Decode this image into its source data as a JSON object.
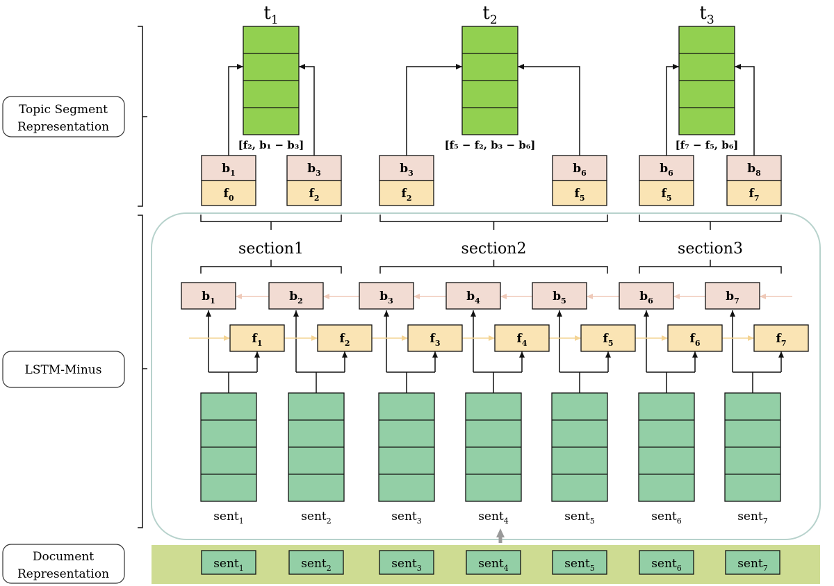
{
  "labels": {
    "topic_segment_line1": "Topic Segment",
    "topic_segment_line2": "Representation",
    "lstm_minus": "LSTM-Minus",
    "document_line1": "Document",
    "document_line2": "Representation"
  },
  "topics": [
    {
      "base": "t",
      "sub": "1"
    },
    {
      "base": "t",
      "sub": "2"
    },
    {
      "base": "t",
      "sub": "3"
    }
  ],
  "formulas": [
    {
      "text": "[f₂, b₁ − b₃]"
    },
    {
      "text": "[f₅ − f₂, b₃ − b₆]"
    },
    {
      "text": "[f₇ − f₅, b₆]"
    }
  ],
  "top_pairs": [
    {
      "b": "b",
      "b_sub": "1",
      "f": "f",
      "f_sub": "0"
    },
    {
      "b": "b",
      "b_sub": "3",
      "f": "f",
      "f_sub": "2"
    },
    {
      "b": "b",
      "b_sub": "3",
      "f": "f",
      "f_sub": "2"
    },
    {
      "b": "b",
      "b_sub": "6",
      "f": "f",
      "f_sub": "5"
    },
    {
      "b": "b",
      "b_sub": "6",
      "f": "f",
      "f_sub": "5"
    },
    {
      "b": "b",
      "b_sub": "8",
      "f": "f",
      "f_sub": "7"
    }
  ],
  "sections": [
    "section1",
    "section2",
    "section3"
  ],
  "backward": [
    {
      "base": "b",
      "sub": "1"
    },
    {
      "base": "b",
      "sub": "2"
    },
    {
      "base": "b",
      "sub": "3"
    },
    {
      "base": "b",
      "sub": "4"
    },
    {
      "base": "b",
      "sub": "5"
    },
    {
      "base": "b",
      "sub": "6"
    },
    {
      "base": "b",
      "sub": "7"
    }
  ],
  "forward": [
    {
      "base": "f",
      "sub": "1"
    },
    {
      "base": "f",
      "sub": "2"
    },
    {
      "base": "f",
      "sub": "3"
    },
    {
      "base": "f",
      "sub": "4"
    },
    {
      "base": "f",
      "sub": "5"
    },
    {
      "base": "f",
      "sub": "6"
    },
    {
      "base": "f",
      "sub": "7"
    }
  ],
  "sentences": [
    {
      "base": "sent",
      "sub": "1"
    },
    {
      "base": "sent",
      "sub": "2"
    },
    {
      "base": "sent",
      "sub": "3"
    },
    {
      "base": "sent",
      "sub": "4"
    },
    {
      "base": "sent",
      "sub": "5"
    },
    {
      "base": "sent",
      "sub": "6"
    },
    {
      "base": "sent",
      "sub": "7"
    }
  ],
  "doc_sentences": [
    {
      "base": "sent",
      "sub": "1"
    },
    {
      "base": "sent",
      "sub": "2"
    },
    {
      "base": "sent",
      "sub": "3"
    },
    {
      "base": "sent",
      "sub": "4"
    },
    {
      "base": "sent",
      "sub": "5"
    },
    {
      "base": "sent",
      "sub": "6"
    },
    {
      "base": "sent",
      "sub": "7"
    }
  ],
  "colors": {
    "topic_green": "#92d050",
    "sent_green": "#93cfa6",
    "backward_pink": "#f2dcd3",
    "forward_yellow": "#fae4b4",
    "doc_band": "#cedc92",
    "lstm_frame": "#b7d2cc"
  }
}
